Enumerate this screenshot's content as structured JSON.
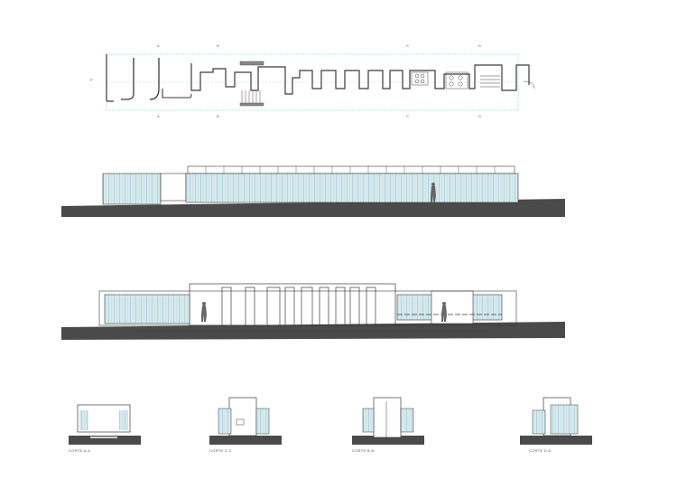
{
  "drawing": {
    "plan": {
      "section_marks": [
        "A",
        "A",
        "B",
        "B",
        "C",
        "C",
        "D",
        "D"
      ],
      "north_mark": "P"
    },
    "elevation": {},
    "long_section": {},
    "cross_sections": [
      {
        "caption": "CORTE A-A"
      },
      {
        "caption": "CORTE C-C"
      },
      {
        "caption": "CORTE B-B"
      },
      {
        "caption": "CORTE D-D"
      }
    ]
  },
  "colors": {
    "line": "#3a3a3a",
    "glass": "#cfe6ea",
    "glass_line": "#a8cdd6",
    "ground": "#4a4a4a",
    "cyan": "#58c9cc"
  }
}
